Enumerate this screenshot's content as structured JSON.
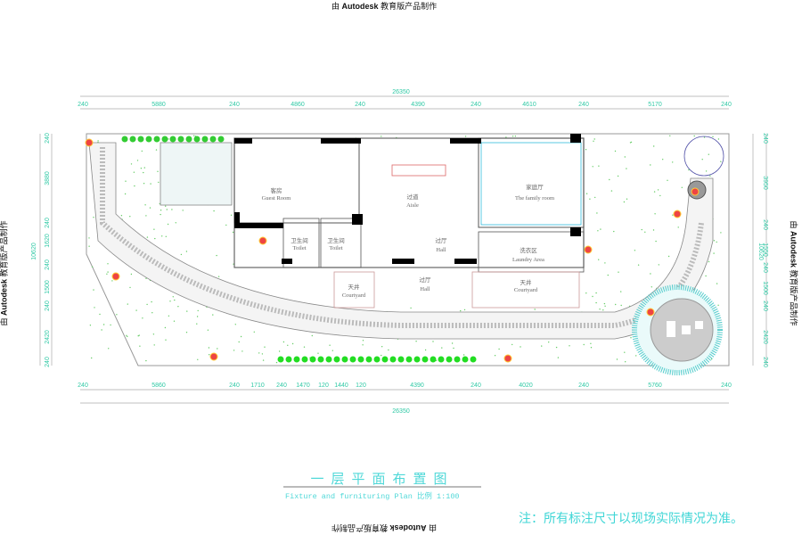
{
  "watermark": {
    "prefix": "由",
    "brand": "Autodesk",
    "suffix": "教育版产品制作"
  },
  "dimensions": {
    "top_total": "26350",
    "top_segments": [
      "240",
      "5880",
      "240",
      "4860",
      "240",
      "4390",
      "240",
      "4610",
      "240",
      "5170",
      "240"
    ],
    "bottom_segments": [
      "240",
      "5860",
      "240",
      "1710",
      "240",
      "1470",
      "120",
      "1440",
      "120",
      "4390",
      "240",
      "4020",
      "240",
      "5760",
      "240"
    ],
    "bottom_total": "26350",
    "left_total": "10620",
    "left_segments": [
      "240",
      "3880",
      "240",
      "1620",
      "240",
      "1500",
      "240",
      "2420",
      "240"
    ],
    "right_total": "10620",
    "right_segments": [
      "240",
      "3950",
      "240",
      "1550",
      "240",
      "1500",
      "240",
      "2420",
      "240"
    ]
  },
  "rooms": {
    "guest_cn": "客房",
    "guest_en": "Guest Room",
    "aisle_cn": "过道",
    "aisle_en": "Aisle",
    "family_cn": "家庭厅",
    "family_en": "The family room",
    "toilet1_cn": "卫生间",
    "toilet1_en": "Toilet",
    "toilet2_cn": "卫生间",
    "toilet2_en": "Toilet",
    "hall1_cn": "过厅",
    "hall1_en": "Hall",
    "hall2_cn": "过厅",
    "hall2_en": "Hall",
    "laundry_cn": "洗衣区",
    "laundry_en": "Laundry Area",
    "court1_cn": "天井",
    "court1_en": "Courtyard",
    "court2_cn": "天井",
    "court2_en": "Courtyard"
  },
  "title": "一层平面布置图",
  "subtitle": "Fixture and furnituring Plan  比例 1:100",
  "note": "注：所有标注尺寸以现场实际情况为准。"
}
